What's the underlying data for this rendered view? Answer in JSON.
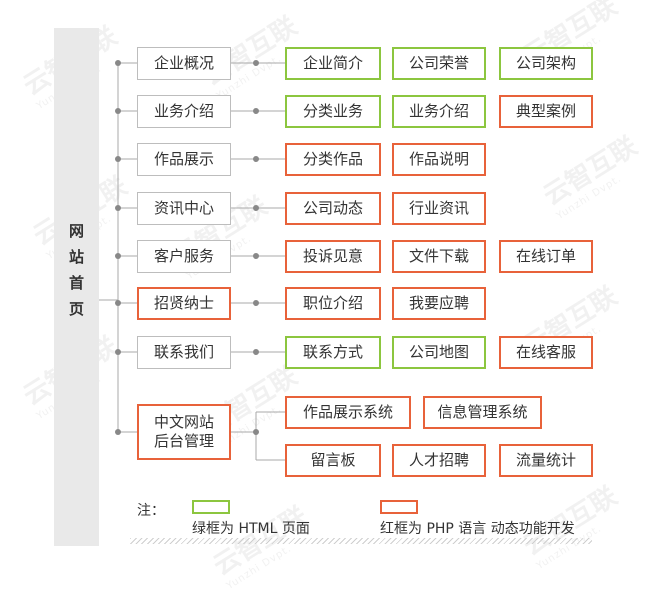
{
  "root": {
    "chars": [
      "网",
      "站",
      "首",
      "页"
    ]
  },
  "categories": [
    {
      "id": "about",
      "label": "企业概况",
      "border": "gray"
    },
    {
      "id": "business",
      "label": "业务介绍",
      "border": "gray"
    },
    {
      "id": "works",
      "label": "作品展示",
      "border": "gray"
    },
    {
      "id": "news",
      "label": "资讯中心",
      "border": "gray"
    },
    {
      "id": "service",
      "label": "客户服务",
      "border": "gray"
    },
    {
      "id": "jobs",
      "label": "招贤纳士",
      "border": "red"
    },
    {
      "id": "contact",
      "label": "联系我们",
      "border": "gray"
    },
    {
      "id": "admin",
      "label": "中文网站后台管理",
      "line1": "中文网站",
      "line2": "后台管理",
      "border": "red"
    }
  ],
  "items": {
    "about": [
      {
        "label": "企业简介",
        "border": "green"
      },
      {
        "label": "公司荣誉",
        "border": "green"
      },
      {
        "label": "公司架构",
        "border": "green"
      }
    ],
    "business": [
      {
        "label": "分类业务",
        "border": "green"
      },
      {
        "label": "业务介绍",
        "border": "green"
      },
      {
        "label": "典型案例",
        "border": "red"
      }
    ],
    "works": [
      {
        "label": "分类作品",
        "border": "red"
      },
      {
        "label": "作品说明",
        "border": "red"
      }
    ],
    "news": [
      {
        "label": "公司动态",
        "border": "red"
      },
      {
        "label": "行业资讯",
        "border": "red"
      }
    ],
    "service": [
      {
        "label": "投诉见意",
        "border": "red"
      },
      {
        "label": "文件下载",
        "border": "red"
      },
      {
        "label": "在线订单",
        "border": "red"
      }
    ],
    "jobs": [
      {
        "label": "职位介绍",
        "border": "red"
      },
      {
        "label": "我要应聘",
        "border": "red"
      }
    ],
    "contact": [
      {
        "label": "联系方式",
        "border": "green"
      },
      {
        "label": "公司地图",
        "border": "green"
      },
      {
        "label": "在线客服",
        "border": "red"
      }
    ],
    "admin_row1": [
      {
        "label": "作品展示系统",
        "border": "red"
      },
      {
        "label": "信息管理系统",
        "border": "red"
      }
    ],
    "admin_row2": [
      {
        "label": "留言板",
        "border": "red"
      },
      {
        "label": "人才招聘",
        "border": "red"
      },
      {
        "label": "流量统计",
        "border": "red"
      }
    ]
  },
  "legend": {
    "title": "注：",
    "green_label": "绿框为 HTML 页面",
    "red_label": "红框为 PHP 语言 动态功能开发"
  },
  "colors": {
    "green": "#8cc63f",
    "red": "#e8623a",
    "gray": "#bdbdbd",
    "line": "#a9a9a9",
    "dot": "#888888",
    "panel": "#e9e9e9"
  },
  "watermark": {
    "text": "云智互联",
    "sub": "Yunzhi Dvpt."
  }
}
